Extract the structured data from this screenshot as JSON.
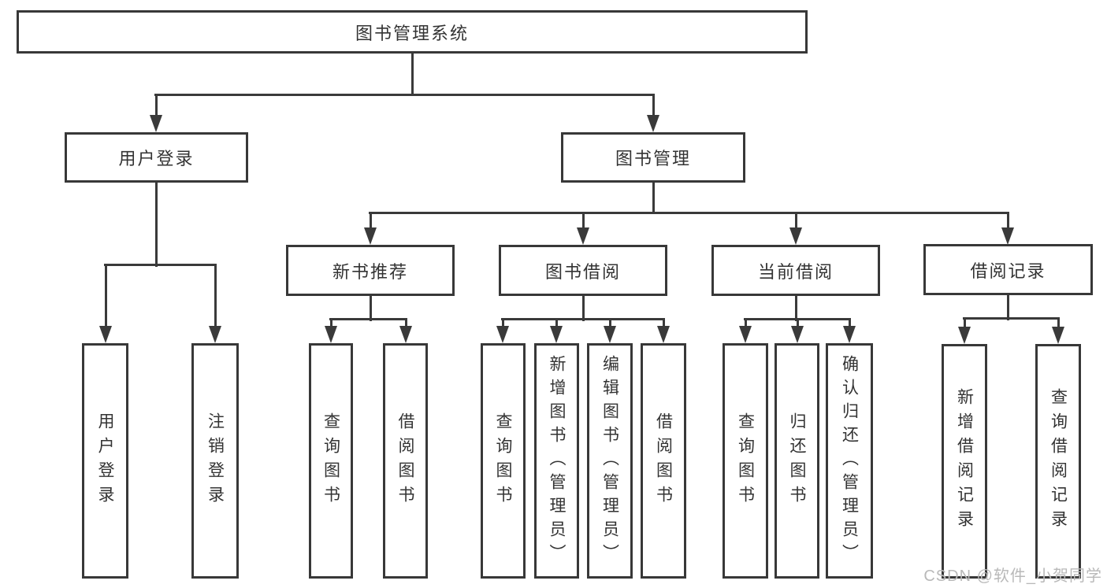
{
  "tree": {
    "label": "图书管理系统",
    "children": [
      {
        "label": "用户登录",
        "children": [
          {
            "label": "用户登录"
          },
          {
            "label": "注销登录"
          }
        ]
      },
      {
        "label": "图书管理",
        "children": [
          {
            "label": "新书推荐",
            "children": [
              {
                "label": "查询图书"
              },
              {
                "label": "借阅图书"
              }
            ]
          },
          {
            "label": "图书借阅",
            "children": [
              {
                "label": "查询图书"
              },
              {
                "label": "新增图书（管理员）"
              },
              {
                "label": "编辑图书（管理员）"
              },
              {
                "label": "借阅图书"
              }
            ]
          },
          {
            "label": "当前借阅",
            "children": [
              {
                "label": "查询图书"
              },
              {
                "label": "归还图书"
              },
              {
                "label": "确认归还（管理员）"
              }
            ]
          },
          {
            "label": "借阅记录",
            "children": [
              {
                "label": "新增借阅记录"
              },
              {
                "label": "查询借阅记录"
              }
            ]
          }
        ]
      }
    ]
  },
  "watermark": "CSDN @软件_小贺同学",
  "colors": {
    "line": "#3a3a3a",
    "border": "#383838",
    "text": "#333333",
    "watermark": "#b9b9b9",
    "background": "#ffffff"
  }
}
